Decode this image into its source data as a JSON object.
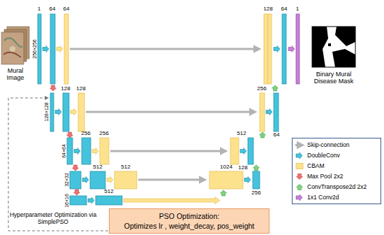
{
  "diagram": {
    "nodes": [
      {
        "text": [
          "PSO Optimization:",
          "Optimizes lr , weight_decay, pos_weight"
        ]
      }
    ],
    "labels": [
      "1",
      "64",
      "64",
      "256×256",
      "Mural Image",
      "128",
      "128",
      "128×128",
      "256",
      "256",
      "64×64",
      "512",
      "512",
      "32×32",
      "512",
      "16×16",
      "1024",
      "256",
      "512",
      "128",
      "256",
      "64",
      "128",
      "64",
      "1",
      "Binary Mural Disease Mask",
      "Hyperparameter Optimization via SimplePSO"
    ],
    "legend": [
      {
        "text": "Skip-connection"
      },
      {
        "text": "DoubleConv"
      },
      {
        "text": "CBAM"
      },
      {
        "text": "Max Pool 2x2"
      },
      {
        "text": "ConvTranspose2d 2x2"
      },
      {
        "text": "1x1 Conv2d"
      }
    ]
  }
}
